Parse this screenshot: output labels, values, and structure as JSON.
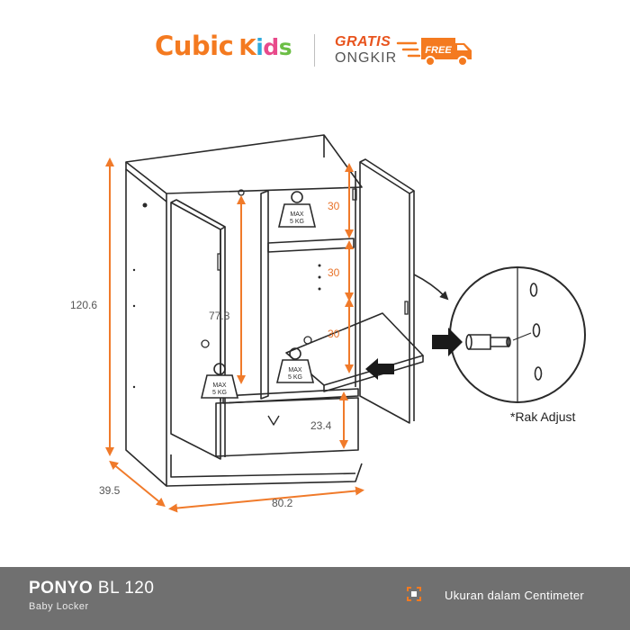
{
  "brand": {
    "name_part1": "Cubic",
    "name_part2": [
      "K",
      "i",
      "d",
      "s"
    ],
    "kids_colors": [
      "#f47a20",
      "#2eaadc",
      "#e84a8b",
      "#6cbe45"
    ],
    "accent": "#f47a20"
  },
  "promo": {
    "line1": "GRATIS",
    "line2": "ONGKIR",
    "badge": "FREE",
    "icon": "truck-icon"
  },
  "dimensions": {
    "height": "120.6",
    "depth": "39.5",
    "width": "80.2",
    "inner_height": "77.8",
    "shelf_top": "30",
    "shelf_mid": "30",
    "shelf_low": "30",
    "drawer": "23.4"
  },
  "weight_badges": [
    {
      "line1": "MAX",
      "line2": "5 KG"
    },
    {
      "line1": "MAX",
      "line2": "5 KG"
    },
    {
      "line1": "MAX",
      "line2": "5 KG"
    }
  ],
  "detail_note": "*Rak Adjust",
  "product": {
    "name_bold": "PONYO",
    "name_code": "BL 120",
    "subtitle": "Baby Locker"
  },
  "unit_note": "Ukuran dalam Centimeter",
  "colors": {
    "dimension_line": "#f07a2a",
    "footer_bg": "#707070",
    "outline": "#2a2a2a"
  }
}
